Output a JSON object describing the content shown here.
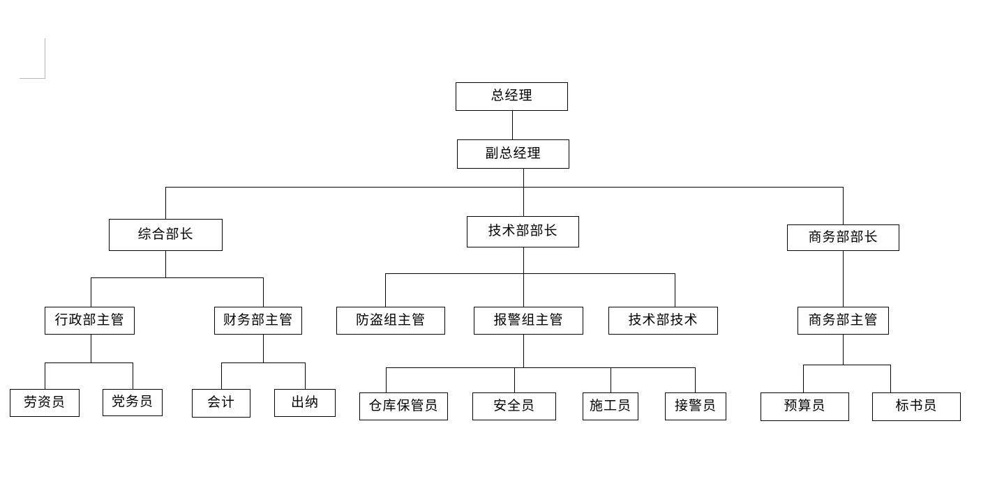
{
  "document": {
    "type": "organization-chart",
    "title_text": "",
    "page_background": "#ffffff",
    "line_color": "#000000",
    "margin_mark_color": "#b6b6b6"
  },
  "nodes": {
    "general_manager": {
      "label": "总经理",
      "level": 0
    },
    "deputy_general_manager": {
      "label": "副总经理",
      "level": 1
    },
    "comprehensive_dept_head": {
      "label": "综合部长",
      "level": 2
    },
    "technical_dept_head": {
      "label": "技术部部长",
      "level": 2
    },
    "business_dept_head": {
      "label": "商务部部长",
      "level": 2
    },
    "admin_dept_supervisor": {
      "label": "行政部主管",
      "level": 3
    },
    "finance_dept_supervisor": {
      "label": "财务部主管",
      "level": 3
    },
    "antitheft_group_supervisor": {
      "label": "防盗组主管",
      "level": 3
    },
    "alarm_group_supervisor": {
      "label": "报警组主管",
      "level": 3
    },
    "technical_dept_technician": {
      "label": "技术部技术",
      "level": 3
    },
    "business_dept_supervisor": {
      "label": "商务部主管",
      "level": 3
    },
    "labor_officer": {
      "label": "劳资员",
      "level": 4
    },
    "party_affairs_officer": {
      "label": "党务员",
      "level": 4
    },
    "accountant": {
      "label": "会计",
      "level": 4
    },
    "cashier": {
      "label": "出纳",
      "level": 4
    },
    "warehouse_keeper": {
      "label": "仓库保管员",
      "level": 4
    },
    "safety_officer": {
      "label": "安全员",
      "level": 4
    },
    "construction_officer": {
      "label": "施工员",
      "level": 4
    },
    "alarm_receiver": {
      "label": "接警员",
      "level": 4
    },
    "budget_officer": {
      "label": "预算员",
      "level": 4
    },
    "bid_document_officer": {
      "label": "标书员",
      "level": 4
    }
  },
  "hierarchy": {
    "root": "总经理",
    "edges": [
      {
        "from": "总经理",
        "to": "副总经理"
      },
      {
        "from": "副总经理",
        "to": "综合部长"
      },
      {
        "from": "副总经理",
        "to": "技术部部长"
      },
      {
        "from": "副总经理",
        "to": "商务部部长"
      },
      {
        "from": "综合部长",
        "to": "行政部主管"
      },
      {
        "from": "综合部长",
        "to": "财务部主管"
      },
      {
        "from": "技术部部长",
        "to": "防盗组主管"
      },
      {
        "from": "技术部部长",
        "to": "报警组主管"
      },
      {
        "from": "技术部部长",
        "to": "技术部技术"
      },
      {
        "from": "商务部部长",
        "to": "商务部主管"
      },
      {
        "from": "行政部主管",
        "to": "劳资员"
      },
      {
        "from": "行政部主管",
        "to": "党务员"
      },
      {
        "from": "财务部主管",
        "to": "会计"
      },
      {
        "from": "财务部主管",
        "to": "出纳"
      },
      {
        "from": "报警组主管",
        "to": "仓库保管员"
      },
      {
        "from": "报警组主管",
        "to": "安全员"
      },
      {
        "from": "报警组主管",
        "to": "施工员"
      },
      {
        "from": "报警组主管",
        "to": "接警员"
      },
      {
        "from": "商务部主管",
        "to": "预算员"
      },
      {
        "from": "商务部主管",
        "to": "标书员"
      }
    ]
  }
}
